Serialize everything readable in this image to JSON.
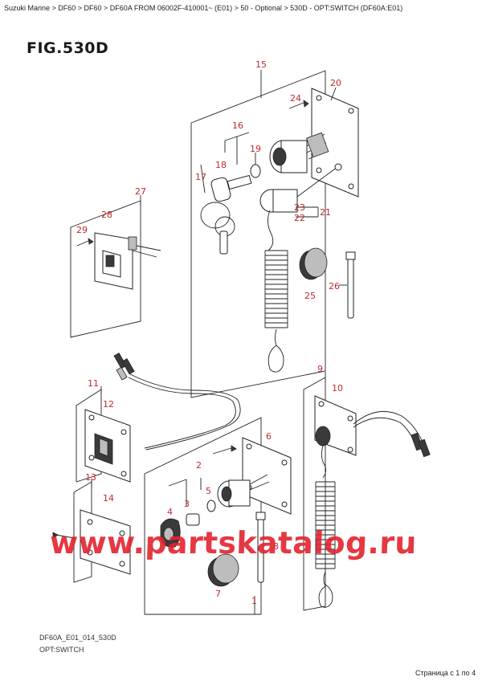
{
  "breadcrumb": "Suzuki Marine > DF60 > DF60 > DF60A FROM 06002F-410001~ (E01) > 50 - Optional > 530D - OPT:SWITCH (DF60A:E01)",
  "figure": {
    "title": "FIG.530D"
  },
  "footer": {
    "code": "DF60A_E01_014_530D",
    "name": "OPT:SWITCH"
  },
  "page_info": "Страница с 1 по 4",
  "watermark": "www.partskatalog.ru",
  "colors": {
    "callout": "#c0282d",
    "watermark": "#e3232f",
    "line": "#222222"
  },
  "callouts": [
    "15",
    "20",
    "24",
    "16",
    "19",
    "18",
    "17",
    "27",
    "28",
    "29",
    "23",
    "22",
    "21",
    "26",
    "25",
    "9",
    "10",
    "11",
    "12",
    "6",
    "13",
    "14",
    "2",
    "5",
    "3",
    "4",
    "8",
    "7",
    "1"
  ]
}
